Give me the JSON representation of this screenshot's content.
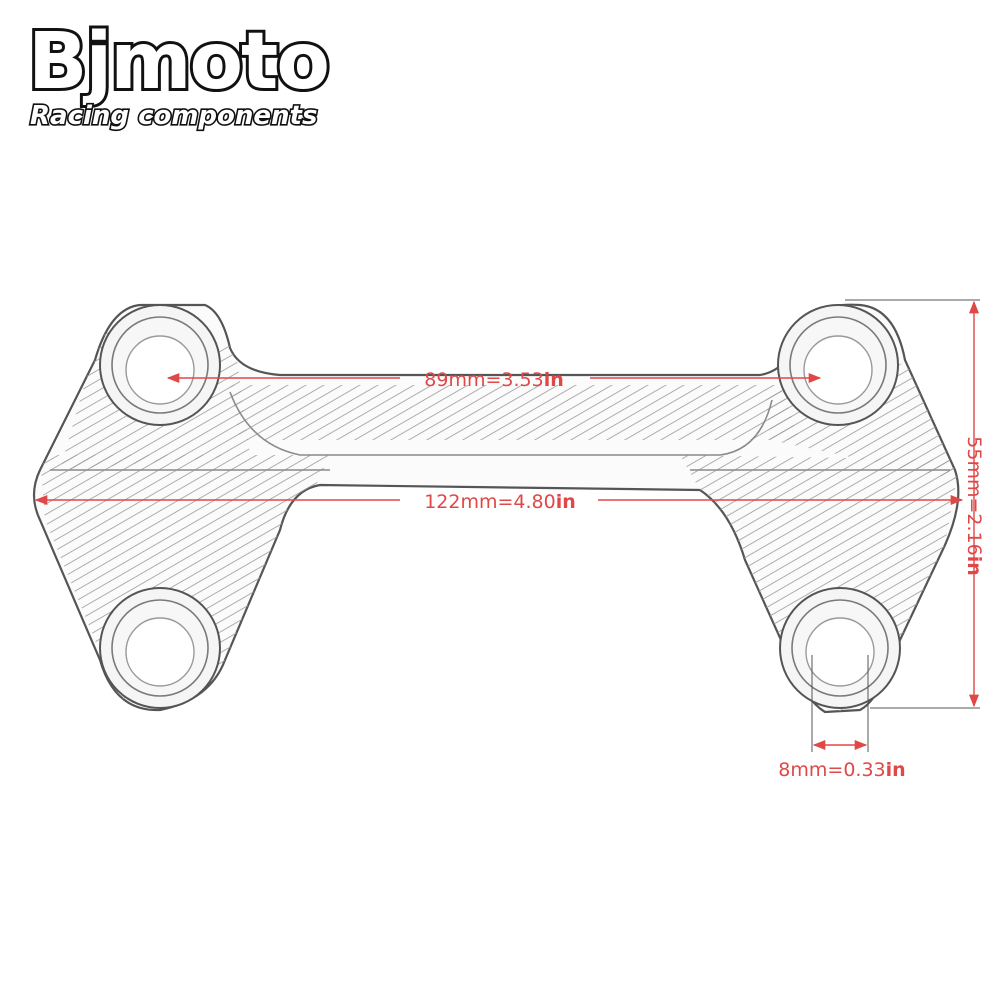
{
  "brand": {
    "name": "Bjmoto",
    "tagline": "Racing components"
  },
  "colors": {
    "dimension": "#e04848",
    "outline": "#555555",
    "background": "#ffffff"
  },
  "dimensions": {
    "hole_spacing": {
      "value": "89mm=3.53",
      "unit": "in"
    },
    "overall_width": {
      "value": "122mm=4.80",
      "unit": "in"
    },
    "overall_height": {
      "value": "55mm=2.16",
      "unit": "in"
    },
    "hole_diameter": {
      "value": "8mm=0.33",
      "unit": "in"
    }
  }
}
